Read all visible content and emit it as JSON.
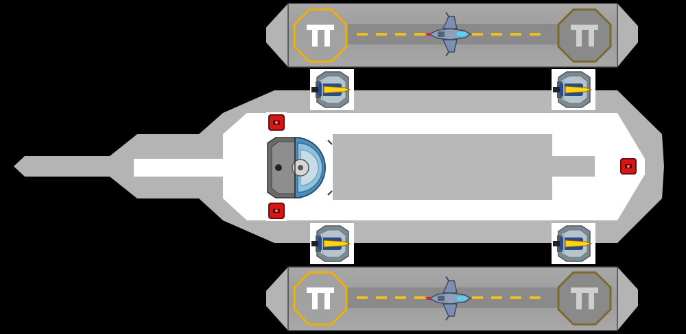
{
  "ship": {
    "hull_color": "#b4b4b4",
    "hull_dark": "#9a9a9a",
    "deck_color": "#ffffff",
    "inner_color": "#b8b8b8"
  },
  "hangars": [
    {
      "id": "top",
      "pad_left_color": "#f0b000",
      "pad_right_color": "#7a6a2a",
      "runway_stripe_color": "#f0c020",
      "fighter": "fighter-ship"
    },
    {
      "id": "bottom",
      "pad_left_color": "#f0b000",
      "pad_right_color": "#7a6a2a",
      "runway_stripe_color": "#f0c020",
      "fighter": "fighter-ship"
    }
  ],
  "turrets": [
    {
      "id": "turret-top-left",
      "icon": "missile-turret"
    },
    {
      "id": "turret-top-right",
      "icon": "missile-turret"
    },
    {
      "id": "turret-bottom-left",
      "icon": "missile-turret"
    },
    {
      "id": "turret-bottom-right",
      "icon": "missile-turret"
    }
  ],
  "consoles": [
    {
      "id": "console-top",
      "icon": "red-console",
      "color": "#cc1010"
    },
    {
      "id": "console-bottom",
      "icon": "red-console",
      "color": "#cc1010"
    },
    {
      "id": "console-bow",
      "icon": "red-console",
      "color": "#cc1010"
    }
  ],
  "shield_room": {
    "icon": "shield-generator",
    "color": "#4a8fc0"
  }
}
